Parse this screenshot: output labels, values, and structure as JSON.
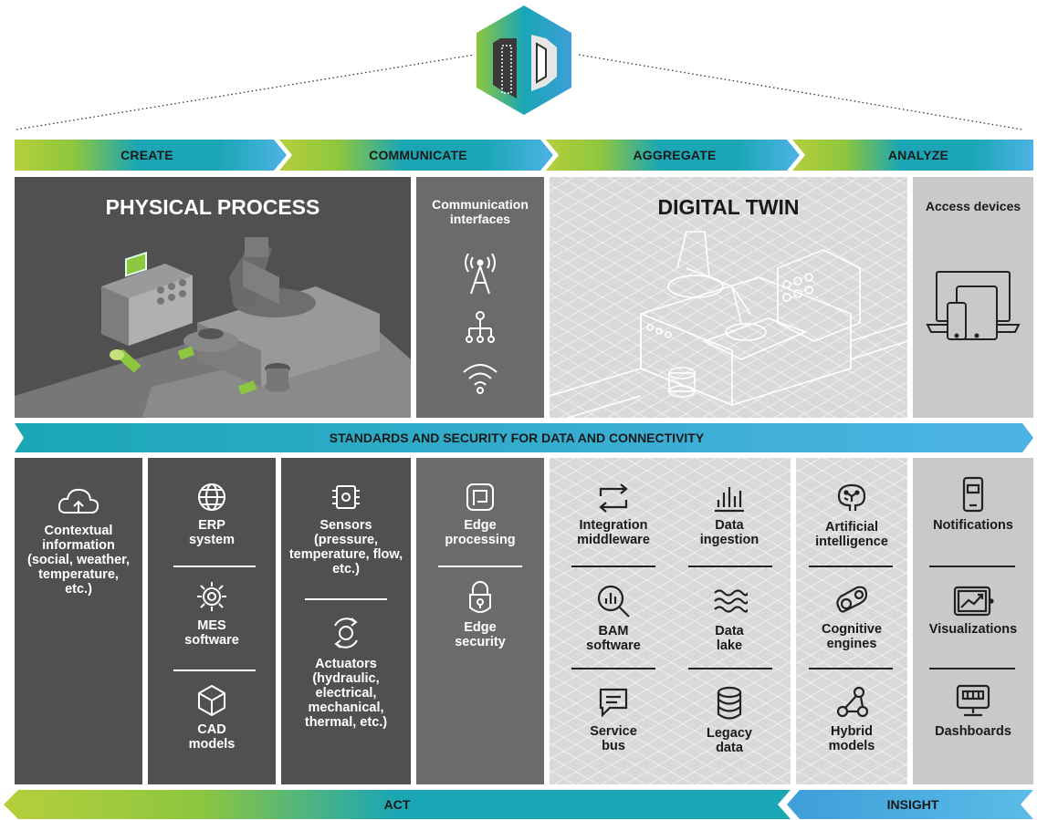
{
  "stages": {
    "create": "CREATE",
    "communicate": "COMMUNICATE",
    "aggregate": "AGGREGATE",
    "analyze": "ANALYZE"
  },
  "panels": {
    "physical_process": "PHYSICAL PROCESS",
    "communication_interfaces": "Communication interfaces",
    "digital_twin": "DIGITAL TWIN",
    "access_devices": "Access devices"
  },
  "standards_bar": "STANDARDS AND SECURITY FOR DATA AND CONNECTIVITY",
  "columns": {
    "col1": [
      {
        "label": "Contextual information (social, weather, temperature, etc.)",
        "icon": "cloud-upload-icon"
      }
    ],
    "col2": [
      {
        "label": "ERP system",
        "icon": "globe-icon"
      },
      {
        "label": "MES software",
        "icon": "gear-icon"
      },
      {
        "label": "CAD models",
        "icon": "cube-icon"
      }
    ],
    "col3": [
      {
        "label": "Sensors (pressure, temperature, flow, etc.)",
        "icon": "chip-icon"
      },
      {
        "label": "Actuators (hydraulic, electrical, mechanical, thermal, etc.)",
        "icon": "rotate-icon"
      }
    ],
    "col4": [
      {
        "label": "Edge processing",
        "icon": "edge-square-icon"
      },
      {
        "label": "Edge security",
        "icon": "lock-icon"
      }
    ],
    "col5": [
      {
        "label": "Integration middleware",
        "icon": "sync-arrows-icon"
      },
      {
        "label": "BAM software",
        "icon": "magnifier-chart-icon"
      },
      {
        "label": "Service bus",
        "icon": "message-icon"
      }
    ],
    "col6": [
      {
        "label": "Data ingestion",
        "icon": "bar-lines-icon"
      },
      {
        "label": "Data lake",
        "icon": "waves-icon"
      },
      {
        "label": "Legacy data",
        "icon": "database-icon"
      }
    ],
    "col7": [
      {
        "label": "Artificial intelligence",
        "icon": "brain-icon"
      },
      {
        "label": "Cognitive engines",
        "icon": "engine-icon"
      },
      {
        "label": "Hybrid models",
        "icon": "network-icon"
      }
    ],
    "col8": [
      {
        "label": "Notifications",
        "icon": "phone-icon"
      },
      {
        "label": "Visualizations",
        "icon": "trend-screen-icon"
      },
      {
        "label": "Dashboards",
        "icon": "dashboard-icon"
      }
    ]
  },
  "bottom": {
    "act": "ACT",
    "insight": "INSIGHT"
  },
  "colors": {
    "green": "#b5cf3b",
    "teal": "#1aa6b5",
    "blue": "#3d9ed8",
    "dark": "#505050",
    "mid": "#6b6b6b",
    "light": "#c9c9c9",
    "accent": "#8dc63f"
  }
}
